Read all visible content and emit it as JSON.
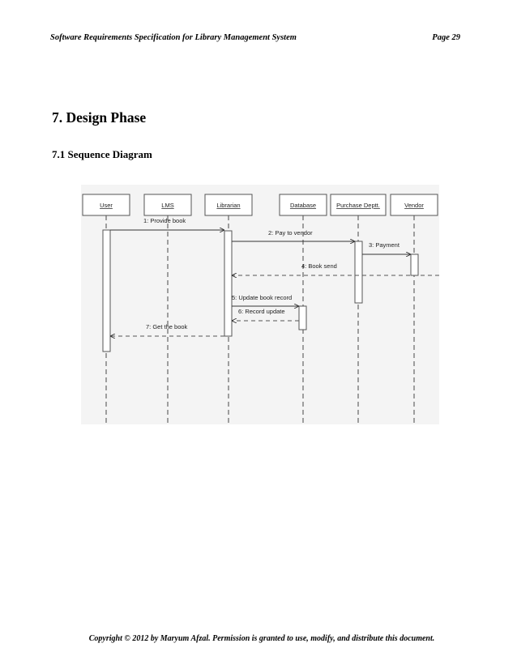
{
  "header": {
    "title": "Software Requirements Specification for Library Management System",
    "page": "Page 29"
  },
  "section": {
    "heading": "7.  Design Phase",
    "subheading": "7.1  Sequence Diagram"
  },
  "diagram": {
    "participants": [
      "User",
      "LMS",
      "Librarian",
      "Database",
      "Purchase Deptt.",
      "Vendor"
    ],
    "messages": [
      {
        "label": "1: Provide book"
      },
      {
        "label": "2: Pay to vendor"
      },
      {
        "label": "3:  Payment"
      },
      {
        "label": "4: Book send"
      },
      {
        "label": "5: Update book record"
      },
      {
        "label": "6: Record update"
      },
      {
        "label": "7: Get the book"
      }
    ]
  },
  "footer": {
    "text": "Copyright ©  2012 by Maryum Afzal. Permission is granted to use, modify, and distribute this document."
  }
}
